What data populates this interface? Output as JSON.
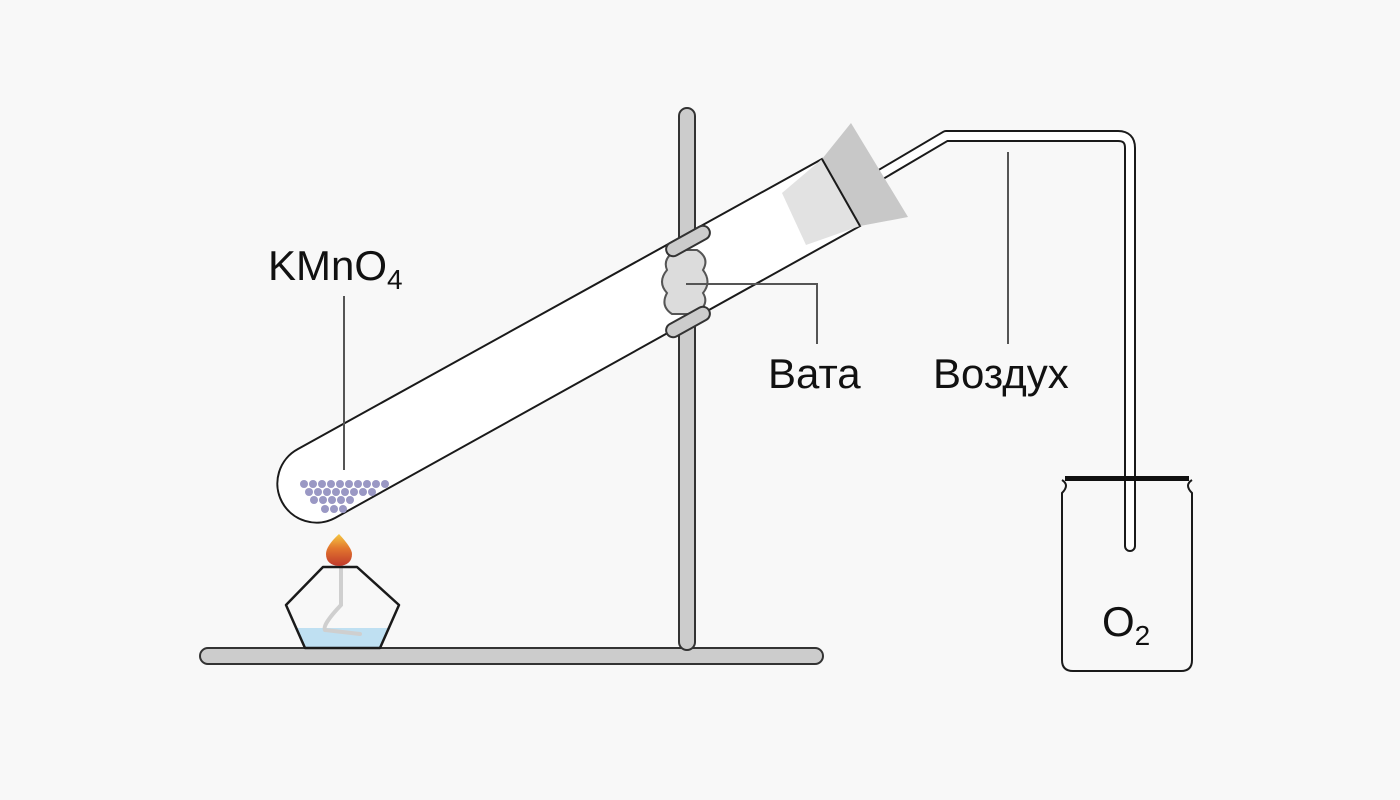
{
  "labels": {
    "reagent": "KMnO",
    "reagent_subscript": "4",
    "cotton": "Вата",
    "air": "Воздух",
    "product": "O",
    "product_subscript": "2"
  },
  "colors": {
    "background": "#f8f8f8",
    "outline": "#1a1a1a",
    "stand_fill": "#cccccc",
    "stand_stroke": "#333333",
    "stopper": "#c8c8c8",
    "stopper_light": "#e2e2e2",
    "cotton": "#dcdcdc",
    "crystals": "#9a98c4",
    "burner_liquid": "#bfe0f2",
    "flame_outer": "#c0392b",
    "flame_inner": "#f5c842",
    "leader_line": "#555555"
  },
  "icons": [
    "test-tube",
    "lab-stand",
    "clamp",
    "cotton-plug",
    "rubber-stopper",
    "delivery-tube",
    "alcohol-burner",
    "flame",
    "beaker"
  ]
}
